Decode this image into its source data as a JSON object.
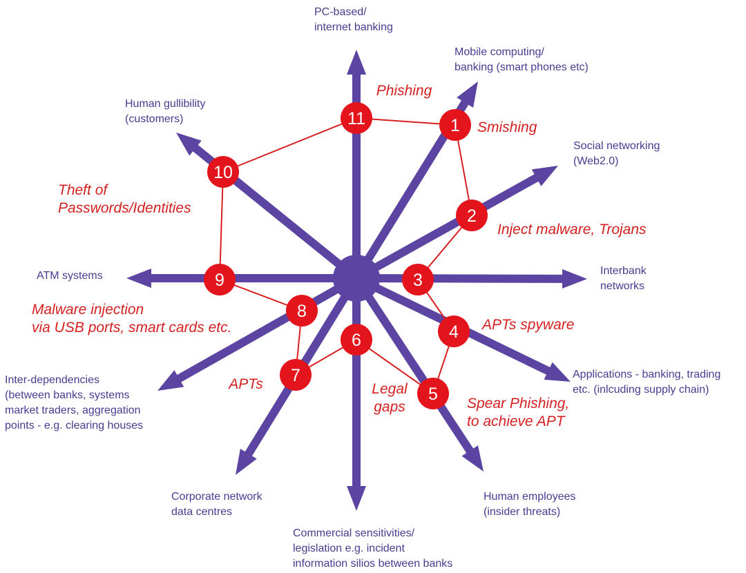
{
  "colors": {
    "arrow": "#5b44a2",
    "node": "#e3141c",
    "connector": "#d81e1e",
    "vector_text": "#4a3a90",
    "threat_text": "#d42020"
  },
  "vectors": [
    {
      "id": "pc",
      "lines": [
        "PC-based/",
        "internet banking"
      ]
    },
    {
      "id": "mobile",
      "lines": [
        "Mobile computing/",
        "banking (smart phones etc)"
      ]
    },
    {
      "id": "social",
      "lines": [
        "Social networking",
        "(Web2.0)"
      ]
    },
    {
      "id": "interbank",
      "lines": [
        "Interbank",
        "networks"
      ]
    },
    {
      "id": "applications",
      "lines": [
        "Applications - banking, trading",
        "etc. (inlcuding supply chain)"
      ]
    },
    {
      "id": "human-employees",
      "lines": [
        "Human employees",
        "(insider threats)"
      ]
    },
    {
      "id": "commercial",
      "lines": [
        "Commercial sensitivities/",
        "legislation e.g. incident",
        "information silios between banks"
      ]
    },
    {
      "id": "corporate",
      "lines": [
        "Corporate network",
        "data centres"
      ]
    },
    {
      "id": "inter-dependencies",
      "lines": [
        "Inter-dependencies",
        "(between banks, systems",
        "market traders, aggregation",
        "points - e.g. clearing houses"
      ]
    },
    {
      "id": "atm",
      "lines": [
        "ATM systems"
      ]
    },
    {
      "id": "human-gullibility",
      "lines": [
        "Human gullibility",
        "(customers)"
      ]
    }
  ],
  "threats": [
    {
      "number": "1",
      "lines": [
        "Smishing"
      ]
    },
    {
      "number": "2",
      "lines": [
        "Inject malware, Trojans"
      ]
    },
    {
      "number": "3",
      "lines": []
    },
    {
      "number": "4",
      "lines": [
        "APTs spyware"
      ]
    },
    {
      "number": "5",
      "lines": [
        "Spear Phishing,",
        "to achieve APT"
      ]
    },
    {
      "number": "6",
      "lines": [
        "Legal",
        "gaps"
      ]
    },
    {
      "number": "7",
      "lines": [
        "APTs"
      ]
    },
    {
      "number": "8",
      "lines": [
        "Malware injection",
        "via USB ports, smart cards etc."
      ]
    },
    {
      "number": "9",
      "lines": []
    },
    {
      "number": "10",
      "lines": [
        "Theft of",
        "Passwords/Identities"
      ]
    },
    {
      "number": "11",
      "lines": [
        "Phishing"
      ]
    }
  ]
}
